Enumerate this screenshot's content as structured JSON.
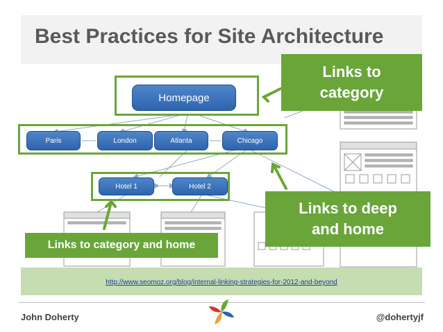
{
  "slide": {
    "title": "Best Practices for Site Architecture",
    "url": "http://www.seomoz.org/blog/internal-linking-strategies-for-2012-and-beyond",
    "author": "John Doherty",
    "handle": "@dohertyjf"
  },
  "nodes": {
    "homepage": "Homepage",
    "cities": [
      "Paris",
      "London",
      "Atlanta",
      "Chicago"
    ],
    "hotels": [
      "Hotel 1",
      "Hotel 2"
    ]
  },
  "callouts": {
    "category": "Links to category",
    "deep": "Links to deep and home",
    "category_home": "Links to category and home"
  },
  "colors": {
    "callout_green": "#6aa53a",
    "node_blue": "#3a6fb8",
    "title_gray": "#595959",
    "url_band": "#c5ddb0"
  },
  "icons": {
    "logo": "pinwheel-logo-icon"
  }
}
